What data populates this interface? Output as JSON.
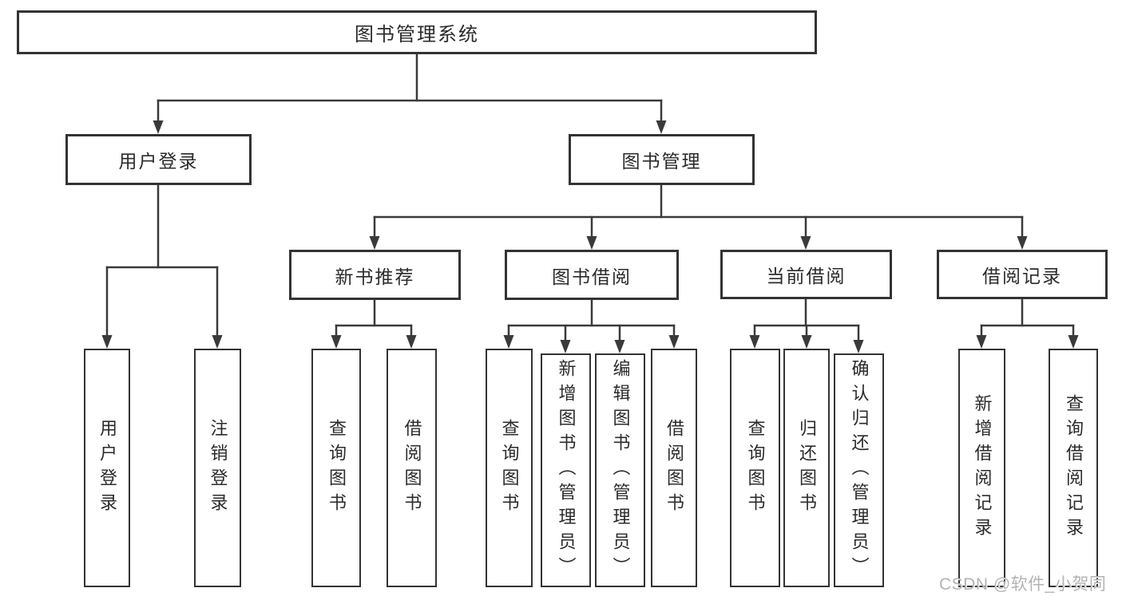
{
  "diagram": {
    "nodes": {
      "root": "图书管理系统",
      "user_login": "用户登录",
      "book_mgmt": "图书管理",
      "new_book_rec": "新书推荐",
      "book_borrow": "图书借阅",
      "current_borrow": "当前借阅",
      "borrow_record": "借阅记录",
      "leaf_user_login": "用户登录",
      "leaf_logout": "注销登录",
      "leaf_nb_query": "查询图书",
      "leaf_nb_borrow": "借阅图书",
      "leaf_bb_query": "查询图书",
      "leaf_bb_add": "新增图书（管理员）",
      "leaf_bb_edit": "编辑图书（管理员）",
      "leaf_bb_borrow": "借阅图书",
      "leaf_cb_query": "查询图书",
      "leaf_cb_return": "归还图书",
      "leaf_cb_confirm": "确认归还（管理员）",
      "leaf_br_add": "新增借阅记录",
      "leaf_br_query": "查询借阅记录"
    },
    "colors": {
      "line": "#3a3a3a",
      "box_border": "#333333",
      "text": "#2b2b2b",
      "background": "#ffffff",
      "watermark": "#b3b3b3"
    }
  },
  "watermark": {
    "text": "CSDN @软件_小贺同学"
  }
}
